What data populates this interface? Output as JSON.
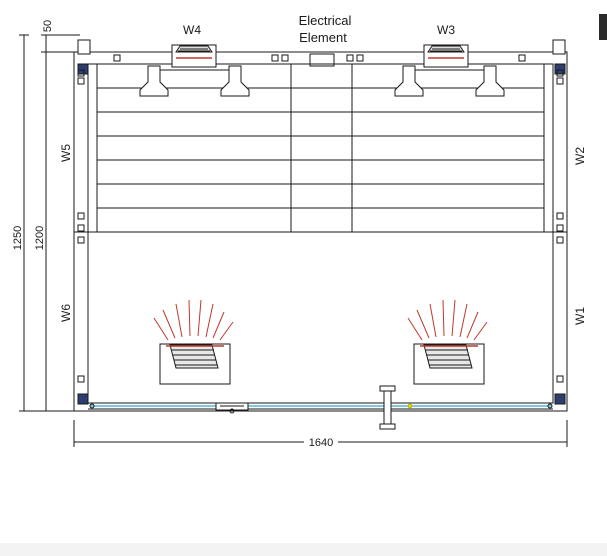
{
  "drawing": {
    "title_line1": "Electrical",
    "title_line2": "Element",
    "walls": {
      "w1": "W1",
      "w2": "W2",
      "w3": "W3",
      "w4": "W4",
      "w5": "W5",
      "w6": "W6"
    },
    "dimensions": {
      "overall_height": "1250",
      "inner_height": "1200",
      "top_offset": "50",
      "width": "1640"
    }
  },
  "colors": {
    "line": "#1a1a1a",
    "heat_rays": "#c0392b",
    "glass": "#7fc8e0",
    "accent": "#e6e600"
  }
}
